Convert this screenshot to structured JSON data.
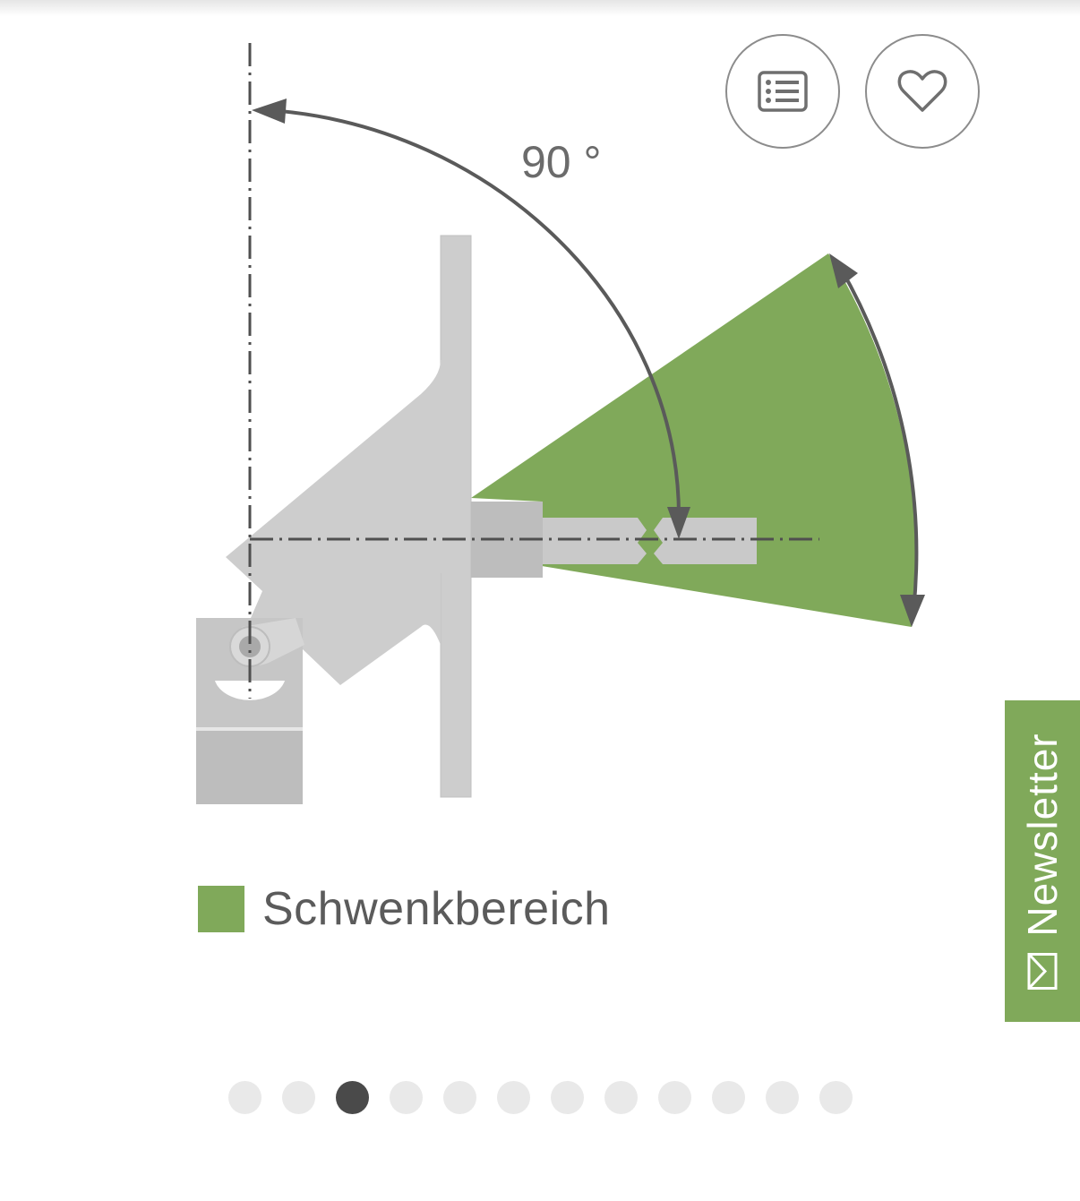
{
  "diagram": {
    "angle_label": "90 °",
    "legend_label": "Schwenkbereich",
    "colors": {
      "swivel_area": "#80a95a",
      "metal": "#cdcdcd",
      "lines": "#5a5a5a"
    }
  },
  "actions": {
    "list_icon": "list-icon",
    "favorite_icon": "heart-icon"
  },
  "newsletter": {
    "label": "Newsletter",
    "icon": "mail-icon",
    "color": "#80a95a"
  },
  "carousel": {
    "total": 12,
    "active_index": 2
  }
}
